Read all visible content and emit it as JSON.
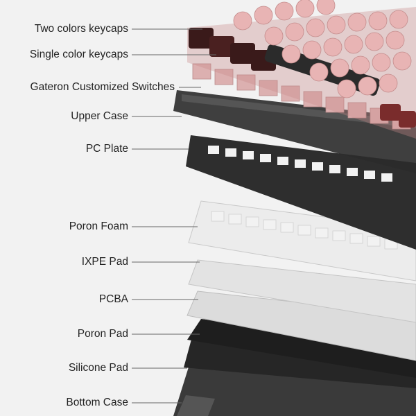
{
  "diagram": {
    "labels": [
      {
        "id": "two-colors-keycaps",
        "text": "Two colors keycaps"
      },
      {
        "id": "single-color-keycaps",
        "text": "Single color keycaps"
      },
      {
        "id": "gateron-switches",
        "text": "Gateron Customized Switches"
      },
      {
        "id": "upper-case",
        "text": "Upper Case"
      },
      {
        "id": "pc-plate",
        "text": "PC Plate"
      },
      {
        "id": "poron-foam",
        "text": "Poron Foam"
      },
      {
        "id": "ixpe-pad",
        "text": "IXPE Pad"
      },
      {
        "id": "pcba",
        "text": "PCBA"
      },
      {
        "id": "poron-pad",
        "text": "Poron Pad"
      },
      {
        "id": "silicone-pad",
        "text": "Silicone Pad"
      },
      {
        "id": "bottom-case",
        "text": "Bottom Case"
      }
    ]
  },
  "colors": {
    "background": "#f2f2f2",
    "leader": "#666666",
    "keycap_dark": "#3a1a1a",
    "keycap_pink": "#e8b4b4",
    "switch_pink": "#dcb0b0",
    "case_dark": "#2b2b2b",
    "plate_dark": "#2e2e2e",
    "foam_white": "#e9e9e9",
    "pcba_white": "#dcdcdc"
  }
}
